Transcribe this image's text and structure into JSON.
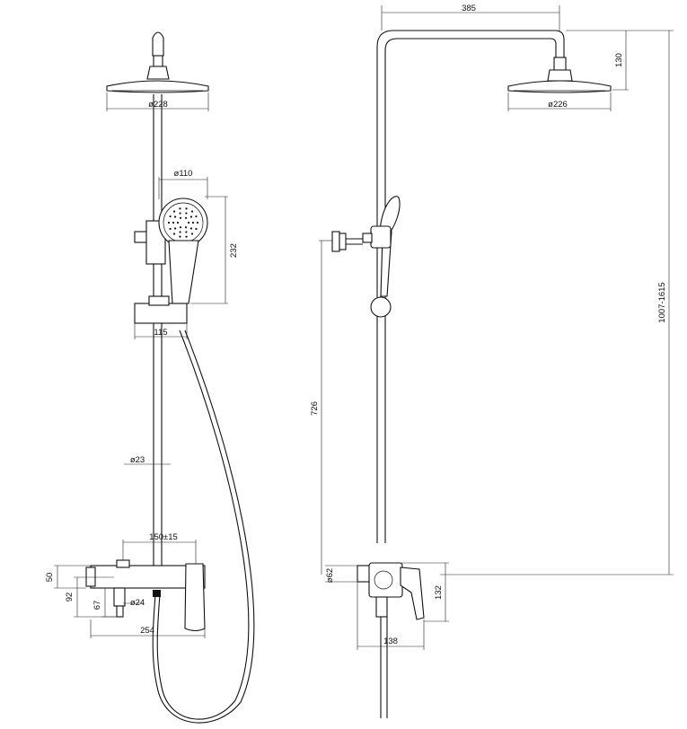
{
  "front_view": {
    "head_diameter": "ø228",
    "hand_diameter": "ø110",
    "hand_height": "232",
    "slider_width": "115",
    "pipe_diameter": "ø23",
    "centers": "150±15",
    "body_height": "50",
    "outlet_height": "92",
    "outlet_depth": "67",
    "outlet_diameter": "ø24",
    "overall_width": "254"
  },
  "side_view": {
    "arm_reach": "385",
    "head_drop": "130",
    "head_diameter": "ø226",
    "total_height": "1007-1615",
    "bracket_height": "726",
    "flange_diameter": "ø62",
    "mixer_height": "132",
    "mixer_depth": "138"
  }
}
